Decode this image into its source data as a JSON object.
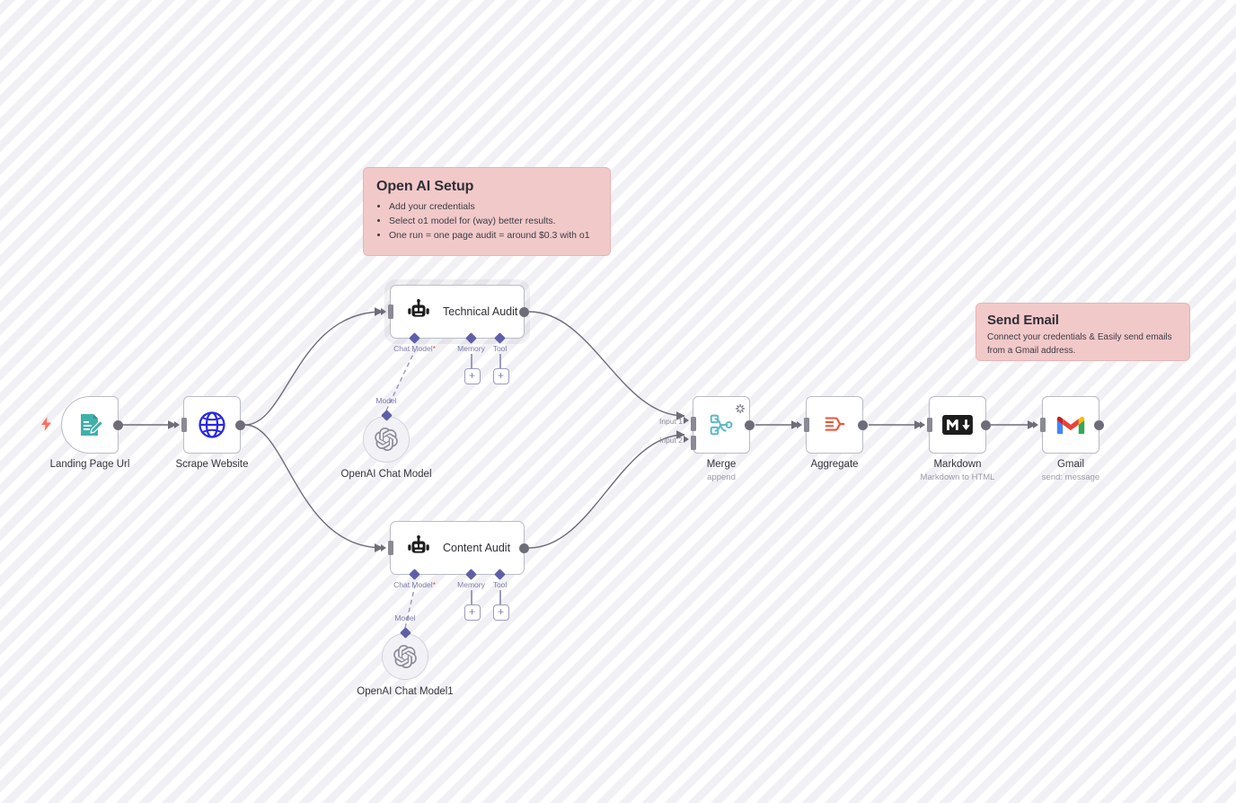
{
  "app": {
    "name": "n8n-workflow-canvas",
    "background": "#fbfcfe",
    "stripe_color": "#f0f0f5"
  },
  "sticky_notes": [
    {
      "id": "open-ai-setup",
      "title": "Open AI Setup",
      "items": [
        "Add your credentials",
        "Select o1 model for (way) better results.",
        "One run = one page audit = around $0.3 with o1"
      ],
      "color": "#f2c9c9"
    },
    {
      "id": "send-email",
      "title": "Send Email",
      "body": "Connect your credentials & Easily send emails from a Gmail address.",
      "color": "#f2c9c9"
    }
  ],
  "nodes": {
    "landing_page_url": {
      "label": "Landing Page Url",
      "subtitle": "",
      "icon": "form-edit-icon",
      "type": "trigger",
      "accent": "#41b0ab"
    },
    "scrape_website": {
      "label": "Scrape Website",
      "subtitle": "",
      "icon": "globe-icon",
      "type": "action",
      "accent": "#2727e6"
    },
    "technical_audit": {
      "label": "Technical Audit",
      "subtitle": "",
      "icon": "robot-icon",
      "type": "agent",
      "sub_ports": [
        {
          "label": "Chat Model",
          "required": true
        },
        {
          "label": "Memory",
          "required": false
        },
        {
          "label": "Tool",
          "required": false
        }
      ]
    },
    "content_audit": {
      "label": "Content Audit",
      "subtitle": "",
      "icon": "robot-icon",
      "type": "agent",
      "sub_ports": [
        {
          "label": "Chat Model",
          "required": true
        },
        {
          "label": "Memory",
          "required": false
        },
        {
          "label": "Tool",
          "required": false
        }
      ]
    },
    "openai_chat_model": {
      "label": "OpenAI Chat Model",
      "port_label": "Model",
      "icon": "openai-icon",
      "type": "sub-node"
    },
    "openai_chat_model_1": {
      "label": "OpenAI Chat Model1",
      "port_label": "Model",
      "icon": "openai-icon",
      "type": "sub-node"
    },
    "merge": {
      "label": "Merge",
      "subtitle": "append",
      "icon": "merge-icon",
      "type": "action",
      "accent": "#62b8c9",
      "inputs": [
        "Input 1",
        "Input 2"
      ],
      "status_icon": "loading-spinner-icon"
    },
    "aggregate": {
      "label": "Aggregate",
      "subtitle": "",
      "icon": "aggregate-icon",
      "type": "action",
      "accent": "#f05236"
    },
    "markdown": {
      "label": "Markdown",
      "subtitle": "Markdown to HTML",
      "icon": "markdown-icon",
      "type": "action",
      "accent": "#1d1d1d"
    },
    "gmail": {
      "label": "Gmail",
      "subtitle": "send: message",
      "icon": "gmail-icon",
      "type": "action",
      "accent": "#ea4335"
    }
  },
  "controls": {
    "add_sub_node_label": "+",
    "trigger_badge": "lightning-bolt"
  }
}
